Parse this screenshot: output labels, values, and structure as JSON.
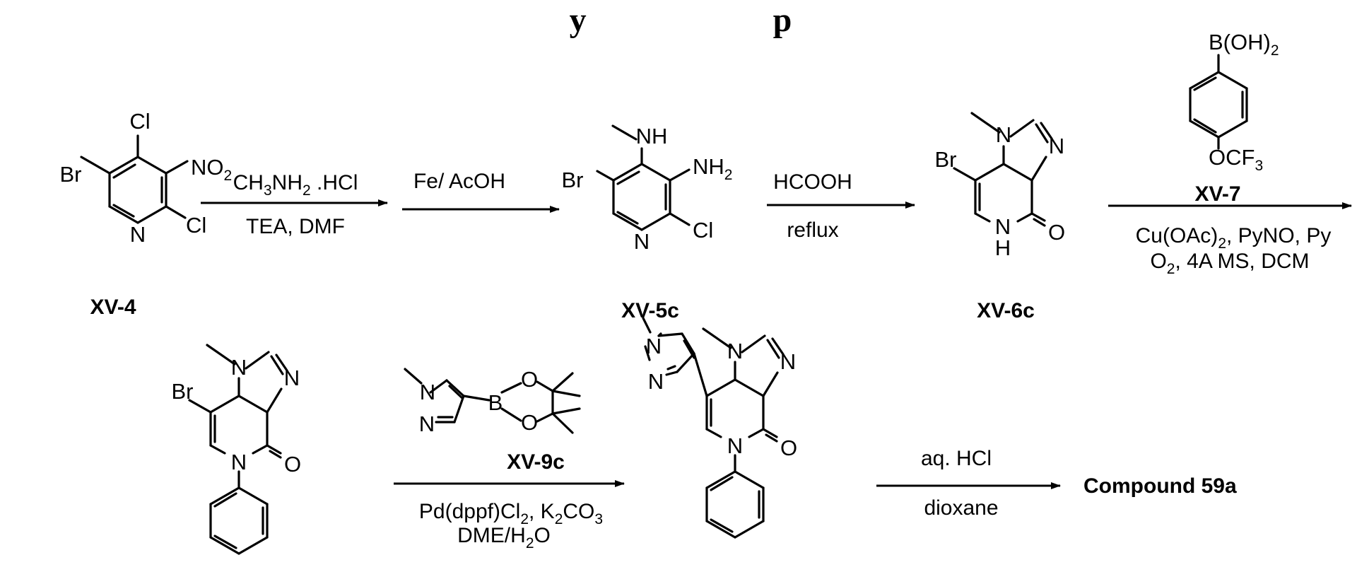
{
  "title": "y                      p",
  "compounds": {
    "xv4": {
      "label": "XV-4",
      "Br": "Br",
      "Cl1": "Cl",
      "Cl2": "Cl",
      "N": "N"
    },
    "xv5c": {
      "label": "XV-5c",
      "Br": "Br",
      "NH": "NH",
      "Cl": "Cl",
      "N": "N"
    },
    "xv6c": {
      "label": "XV-6c",
      "Br": "Br",
      "N1": "N",
      "N2": "N",
      "NH_N": "N",
      "NH_H": "H",
      "O": "O"
    },
    "xv7": {
      "label": "XV-7",
      "top": "B(OH)",
      "bottom": "OCF"
    },
    "int1": {
      "Br": "Br",
      "N1": "N",
      "N2": "N",
      "N3": "N",
      "O": "O"
    },
    "xv9c": {
      "label": "XV-9c",
      "N1": "N",
      "N2": "N",
      "B": "B",
      "O1": "O",
      "O2": "O"
    },
    "int2": {
      "N1": "N",
      "N2": "N",
      "N3": "N",
      "N4": "N",
      "N5": "N",
      "O": "O"
    },
    "product": {
      "label": "Compound 59a"
    }
  },
  "steps": [
    {
      "above": "CH3NH2 .HCl",
      "below": "TEA, DMF"
    },
    {
      "above": "Fe/ AcOH",
      "below": ""
    },
    {
      "above": "HCOOH",
      "below": "reflux"
    },
    {
      "above_reagent": "XV-7",
      "below1": "Cu(OAc)2, PyNO, Py",
      "below2": "O2, 4A MS, DCM"
    },
    {
      "below1": "Pd(dppf)Cl2, K2CO3",
      "below2": "DME/H2O"
    },
    {
      "above": "aq. HCl",
      "below": "dioxane"
    }
  ]
}
